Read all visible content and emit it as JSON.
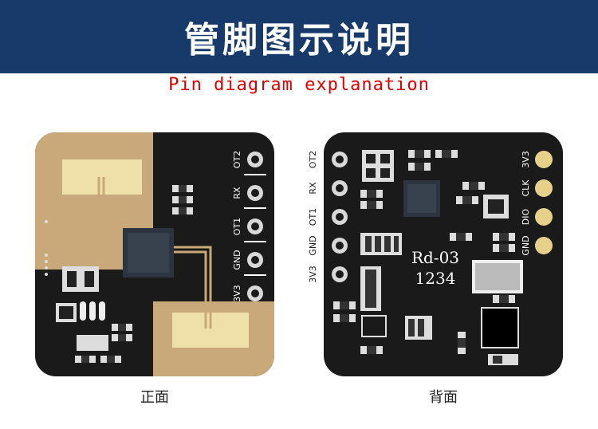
{
  "header": {
    "title": "管脚图示说明"
  },
  "subtitle": "Pin diagram explanation",
  "front": {
    "caption": "正面",
    "pins": [
      "OT2",
      "RX",
      "OT1",
      "GND",
      "3V3"
    ]
  },
  "back": {
    "caption": "背面",
    "left_pins": [
      "OT2",
      "RX",
      "OT1",
      "GND",
      "3V3"
    ],
    "right_pins": [
      "3V3",
      "CLK",
      "DIO",
      "GND"
    ],
    "chip_line1": "Rd-03",
    "chip_line2": "1234"
  },
  "colors": {
    "header_bg": "#183a6b",
    "subtitle": "#e00000",
    "pcb": "#1a1a1a",
    "copper": "#c9a97a",
    "gold_pad": "#e6d08a"
  }
}
